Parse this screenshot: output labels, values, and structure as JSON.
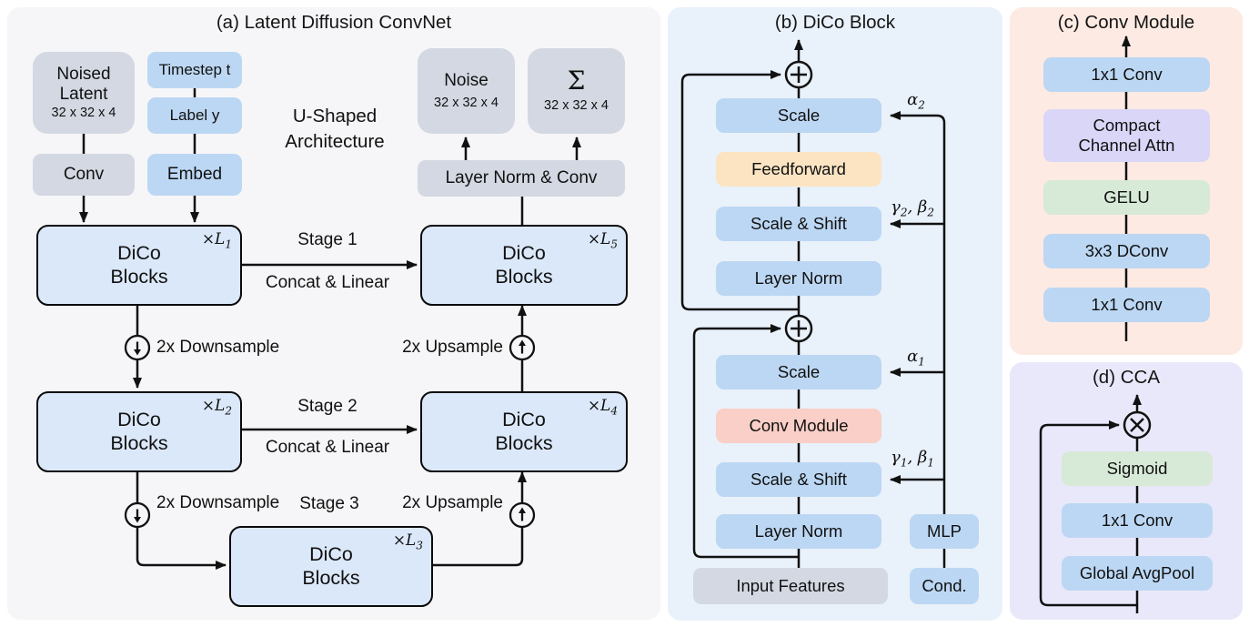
{
  "colors": {
    "panel_a_bg": "#f6f6f8",
    "panel_b_bg": "#e9f1fa",
    "panel_c_bg": "#fdeae3",
    "panel_d_bg": "#e8e8fa",
    "box_gray": "#d3d8e2",
    "box_blue": "#bcd7f3",
    "dico_fill": "#dbe8f9",
    "feedforward_orange": "#fce4c3",
    "conv_module_salmon": "#f9cfc7",
    "attn_violet": "#d9d6f8",
    "activation_green": "#d7e9d7",
    "line": "#111111"
  },
  "panel_a": {
    "title": "(a) Latent Diffusion ConvNet",
    "noised_latent": "Noised\nLatent",
    "noised_latent_dims": "32 x 32 x 4",
    "timestep": "Timestep t",
    "label_y": "Label y",
    "ushape": "U-Shaped\nArchitecture",
    "conv": "Conv",
    "embed": "Embed",
    "noise": "Noise",
    "noise_dims": "32 x 32 x 4",
    "sum_symbol": "Σ",
    "sum_dims": "32 x 32 x 4",
    "layer_norm_conv": "Layer Norm & Conv",
    "dico_blocks": "DiCo\nBlocks",
    "mult_prefix": "×L",
    "mult_subs": {
      "l1": "1",
      "l2": "2",
      "l3": "3",
      "l4": "4",
      "l5": "5"
    },
    "stage1": "Stage 1",
    "stage2": "Stage 2",
    "stage3": "Stage 3",
    "concat_linear": "Concat & Linear",
    "downsample": "2x Downsample",
    "upsample": "2x Upsample"
  },
  "panel_b": {
    "title": "(b) DiCo Block",
    "scale": "Scale",
    "feedforward": "Feedforward",
    "scale_shift": "Scale & Shift",
    "layer_norm": "Layer Norm",
    "conv_module": "Conv Module",
    "input_features": "Input Features",
    "mlp": "MLP",
    "cond": "Cond.",
    "alpha": "α",
    "beta": "β",
    "gamma": "γ",
    "sub1": "1",
    "sub2": "2",
    "comma": ", "
  },
  "panel_c": {
    "title": "(c) Conv Module",
    "conv_1x1": "1x1 Conv",
    "compact_attn": "Compact\nChannel Attn",
    "gelu": "GELU",
    "dconv_3x3": "3x3 DConv"
  },
  "panel_d": {
    "title": "(d) CCA",
    "sigmoid": "Sigmoid",
    "conv_1x1": "1x1 Conv",
    "global_avgpool": "Global AvgPool"
  }
}
